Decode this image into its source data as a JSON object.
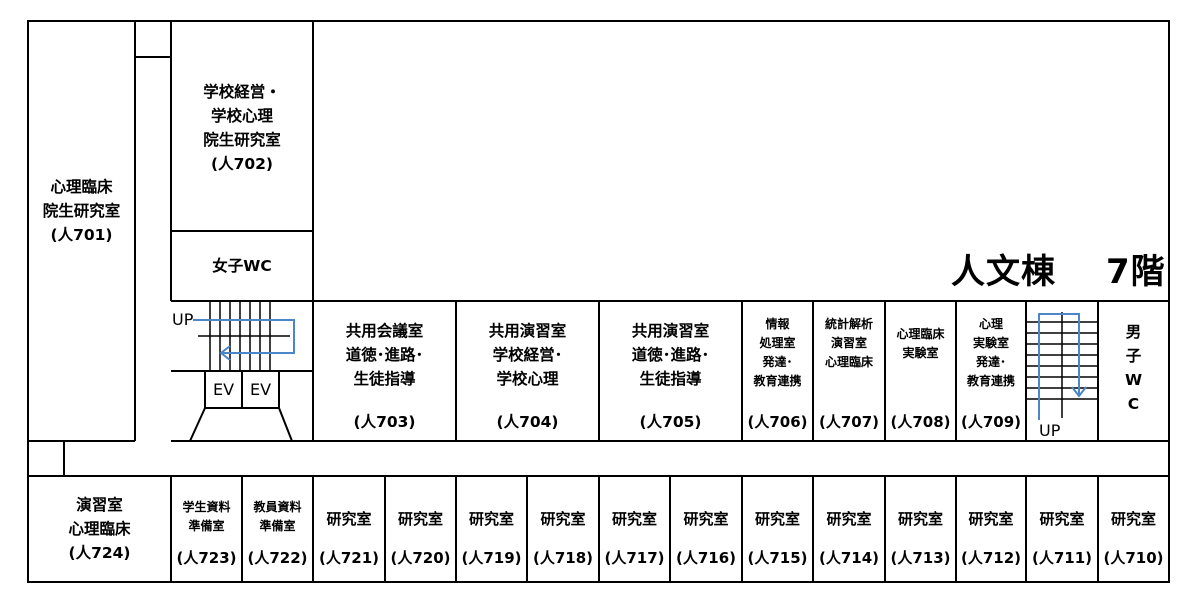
{
  "title": {
    "building": "人文棟",
    "floor": "7階"
  },
  "rooms": {
    "r701": {
      "name1": "心理臨床",
      "name2": "院生研究室",
      "code": "(人701)"
    },
    "r702": {
      "name1": "学校経営・",
      "name2": "学校心理",
      "name3": "院生研究室",
      "code": "(人702)"
    },
    "wc_f": {
      "name": "女子WC"
    },
    "r703": {
      "name1": "共用会議室",
      "name2": "道徳･進路･",
      "name3": "生徒指導",
      "code": "(人703)"
    },
    "r704": {
      "name1": "共用演習室",
      "name2": "学校経営･",
      "name3": "学校心理",
      "code": "(人704)"
    },
    "r705": {
      "name1": "共用演習室",
      "name2": "道徳･進路･",
      "name3": "生徒指導",
      "code": "(人705)"
    },
    "r706": {
      "name1": "情報",
      "name2": "処理室",
      "name3": "発達･",
      "name4": "教育連携",
      "code": "(人706)"
    },
    "r707": {
      "name1": "統計解析",
      "name2": "演習室",
      "name3": "心理臨床",
      "code": "(人707)"
    },
    "r708": {
      "name1": "心理臨床",
      "name2": "実験室",
      "code": "(人708)"
    },
    "r709": {
      "name1": "心理",
      "name2": "実験室",
      "name3": "発達･",
      "name4": "教育連携",
      "code": "(人709)"
    },
    "wc_m": {
      "c1": "男",
      "c2": "子",
      "c3": "W",
      "c4": "C"
    },
    "r724": {
      "name1": "演習室",
      "name2": "心理臨床",
      "code": "(人724)"
    },
    "r723": {
      "name1": "学生資料",
      "name2": "準備室",
      "code": "(人723)"
    },
    "r722": {
      "name1": "教員資料",
      "name2": "準備室",
      "code": "(人722)"
    },
    "r721": {
      "name": "研究室",
      "code": "(人721)"
    },
    "r720": {
      "name": "研究室",
      "code": "(人720)"
    },
    "r719": {
      "name": "研究室",
      "code": "(人719)"
    },
    "r718": {
      "name": "研究室",
      "code": "(人718)"
    },
    "r717": {
      "name": "研究室",
      "code": "(人717)"
    },
    "r716": {
      "name": "研究室",
      "code": "(人716)"
    },
    "r715": {
      "name": "研究室",
      "code": "(人715)"
    },
    "r714": {
      "name": "研究室",
      "code": "(人714)"
    },
    "r713": {
      "name": "研究室",
      "code": "(人713)"
    },
    "r712": {
      "name": "研究室",
      "code": "(人712)"
    },
    "r711": {
      "name": "研究室",
      "code": "(人711)"
    },
    "r710": {
      "name": "研究室",
      "code": "(人710)"
    }
  },
  "stairs_left": {
    "label": "UP"
  },
  "stairs_right": {
    "label": "UP"
  },
  "elevators": [
    "EV",
    "EV"
  ],
  "colors": {
    "wall": "#000000",
    "arrow": "#4a86c8",
    "background": "#ffffff"
  }
}
